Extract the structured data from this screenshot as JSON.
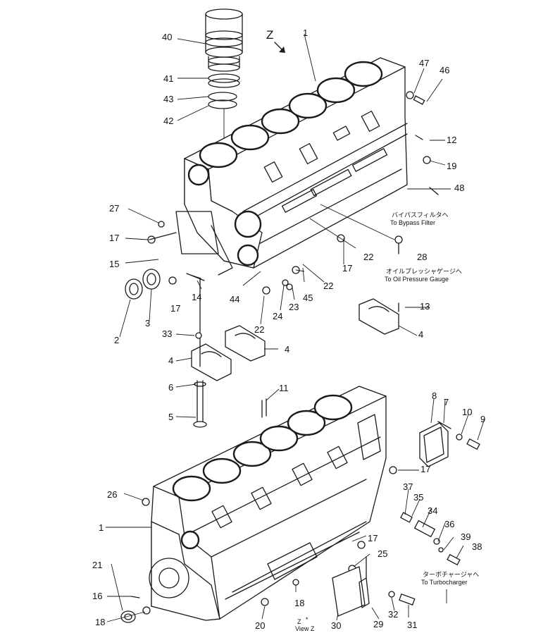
{
  "view_marker": "Z",
  "part_numbers": [
    "40",
    "1",
    "47",
    "46",
    "41",
    "43",
    "42",
    "12",
    "19",
    "48",
    "27",
    "17",
    "22",
    "28",
    "15",
    "44",
    "45",
    "14",
    "23",
    "24",
    "2",
    "3",
    "13",
    "33",
    "6",
    "5",
    "11",
    "8",
    "7",
    "10",
    "9",
    "26",
    "37",
    "35",
    "34",
    "36",
    "39",
    "38",
    "21",
    "25",
    "16",
    "18",
    "20",
    "30",
    "29",
    "32",
    "31"
  ],
  "notes": {
    "bypass_jp": "バイパスフィルタへ",
    "bypass_en": "To Bypass Filter",
    "oil_jp": "オイルプレッシャゲージへ",
    "oil_en": "To Oil Pressure Gauge",
    "turbo_jp": "ターボチャージャへ",
    "turbo_en": "To Turbocharger",
    "viewz_line1": "Z",
    "viewz_star": "*",
    "viewz_line2": "View Z"
  }
}
